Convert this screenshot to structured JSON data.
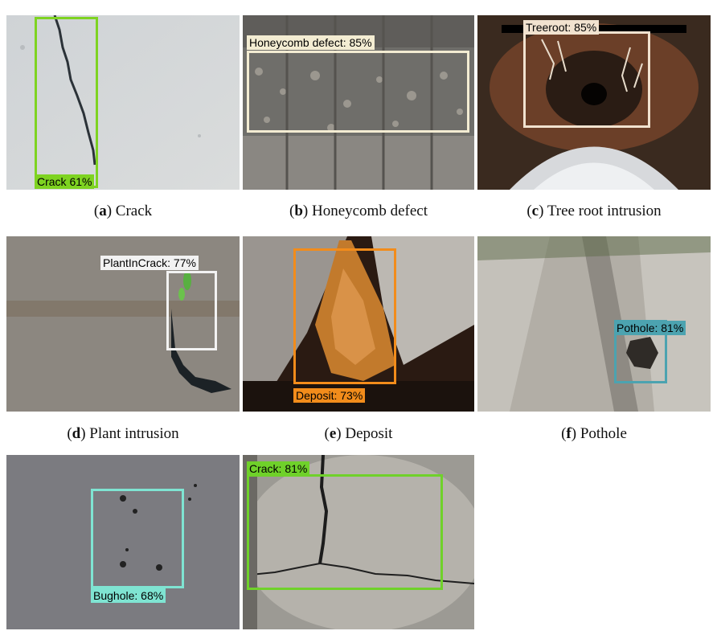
{
  "panels": [
    {
      "id": "a",
      "tag": "Crack 61%",
      "caption_letter": "a",
      "caption_text": "Crack",
      "color": "#7ed321"
    },
    {
      "id": "b",
      "tag": "Honeycomb defect: 85%",
      "caption_letter": "b",
      "caption_text": "Honeycomb defect",
      "color": "#f3ecd2"
    },
    {
      "id": "c",
      "tag": "Treeroot: 85%",
      "caption_letter": "c",
      "caption_text": "Tree root intrusion",
      "color": "#f1e2cf"
    },
    {
      "id": "d",
      "tag": "PlantInCrack: 77%",
      "caption_letter": "d",
      "caption_text": "Plant intrusion",
      "color": "#f2f2f2"
    },
    {
      "id": "e",
      "tag": "Deposit: 73%",
      "caption_letter": "e",
      "caption_text": "Deposit",
      "color": "#f28c1b"
    },
    {
      "id": "f",
      "tag": "Pothole: 81%",
      "caption_letter": "f",
      "caption_text": "Pothole",
      "color": "#4ca3b0"
    },
    {
      "id": "g",
      "tag": "Bughole: 68%",
      "color": "#7fe4d2"
    },
    {
      "id": "h",
      "tag": "Crack: 81%",
      "color": "#6fd12a"
    }
  ]
}
